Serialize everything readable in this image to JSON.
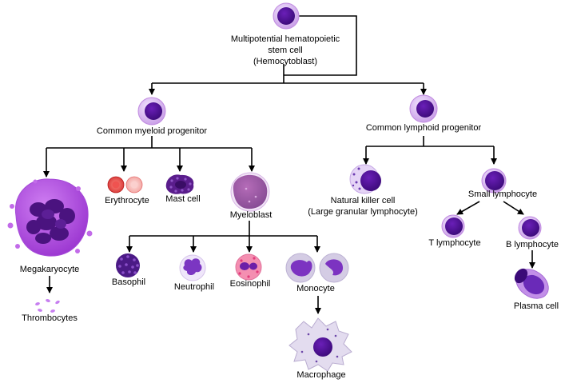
{
  "diagram": {
    "stem_cell": {
      "line1": "Multipotential hematopoietic",
      "line2": "stem cell",
      "line3": "(Hemocytoblast)"
    },
    "myeloid_progenitor": "Common myeloid progenitor",
    "lymphoid_progenitor": "Common lymphoid progenitor",
    "megakaryocyte": "Megakaryocyte",
    "thrombocytes": "Thrombocytes",
    "erythrocyte": "Erythrocyte",
    "mast_cell": "Mast cell",
    "myeloblast": "Myeloblast",
    "basophil": "Basophil",
    "neutrophil": "Neutrophil",
    "eosinophil": "Eosinophil",
    "monocyte": "Monocyte",
    "macrophage": "Macrophage",
    "natural_killer": {
      "line1": "Natural killer cell",
      "line2": "(Large granular lymphocyte)"
    },
    "small_lymphocyte": "Small lymphocyte",
    "t_lymphocyte": "T lymphocyte",
    "b_lymphocyte": "B lymphocyte",
    "plasma_cell": "Plasma cell"
  },
  "colors": {
    "cell_outer": "#d9b3f2",
    "nucleus": "#4a148c",
    "nucleus_dark": "#2a0a55",
    "megakaryocyte_body": "#b04fe0",
    "erythrocyte_red": "#e53935",
    "erythrocyte_pink": "#f7b2b0",
    "macrophage_body": "#e4dff0",
    "connector": "#000000"
  }
}
